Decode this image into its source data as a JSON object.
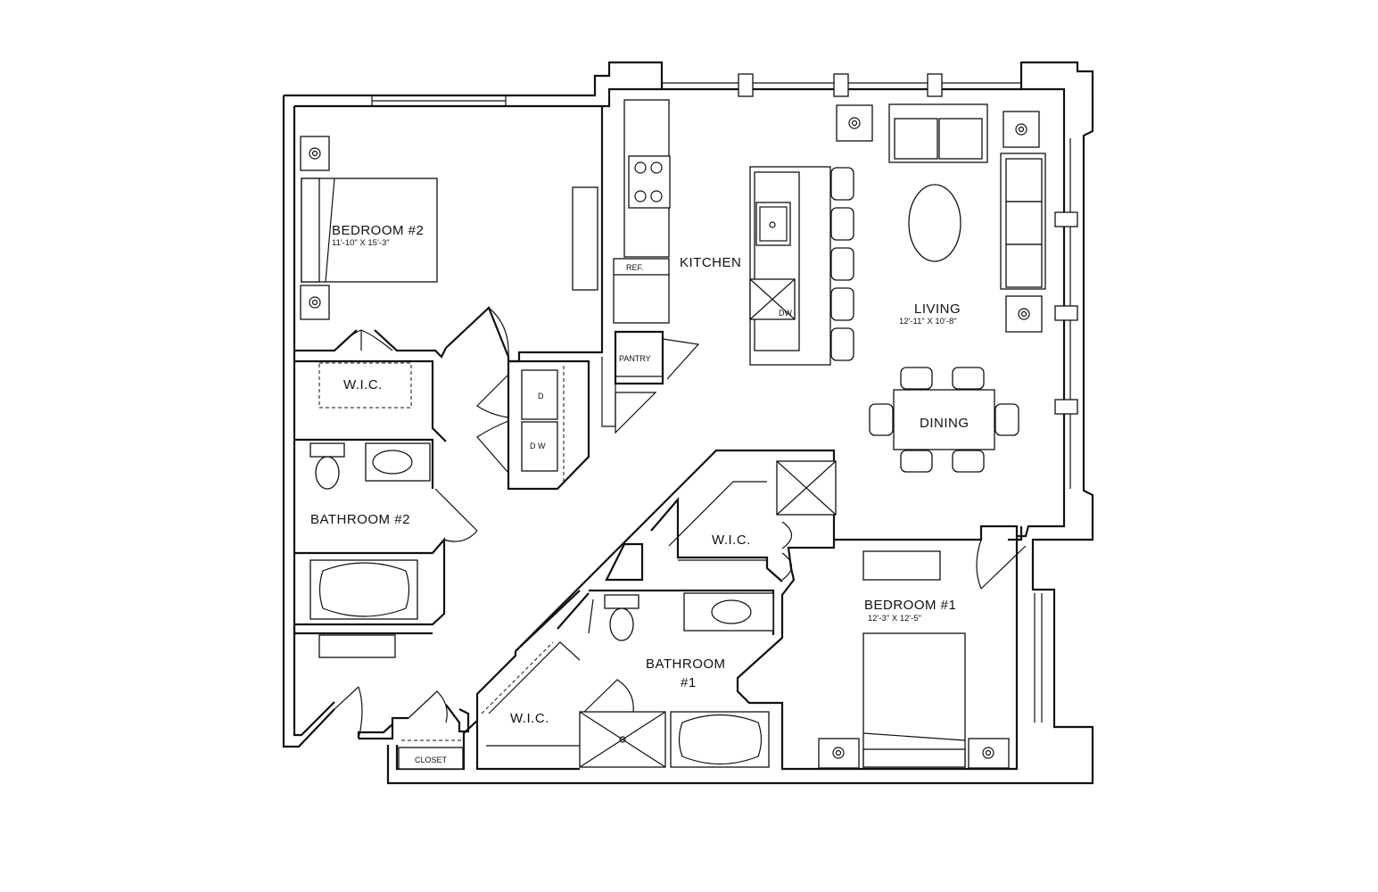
{
  "rooms": {
    "bedroom2": {
      "name": "BEDROOM  #2",
      "size": "11'-10\"  X  15'-3\""
    },
    "kitchen": {
      "name": "KITCHEN"
    },
    "living": {
      "name": "LIVING",
      "size": "12'-11\"  X  10'-8\""
    },
    "dining": {
      "name": "DINING"
    },
    "wic_bed2": {
      "name": "W.I.C."
    },
    "bathroom2": {
      "name": "BATHROOM  #2"
    },
    "wic_bed1": {
      "name": "W.I.C."
    },
    "bedroom1": {
      "name": "BEDROOM  #1",
      "size": "12'-3\"  X  12'-5\""
    },
    "bathroom1": {
      "name_line1": "BATHROOM",
      "name_line2": "#1"
    },
    "wic_bath1": {
      "name": "W.I.C."
    },
    "closet": {
      "name": "CLOSET"
    },
    "pantry": {
      "name": "PANTRY"
    }
  },
  "appliances": {
    "refrigerator": "REF.",
    "dryer": "D",
    "washer": "D W",
    "dishwasher": "DW"
  },
  "icons": [
    "light-fixture-icon",
    "toilet-icon",
    "sink-icon",
    "bathtub-icon",
    "stove-icon",
    "door-swing-icon",
    "window-icon",
    "chair-icon",
    "sofa-icon",
    "bed-icon",
    "shower-icon"
  ]
}
